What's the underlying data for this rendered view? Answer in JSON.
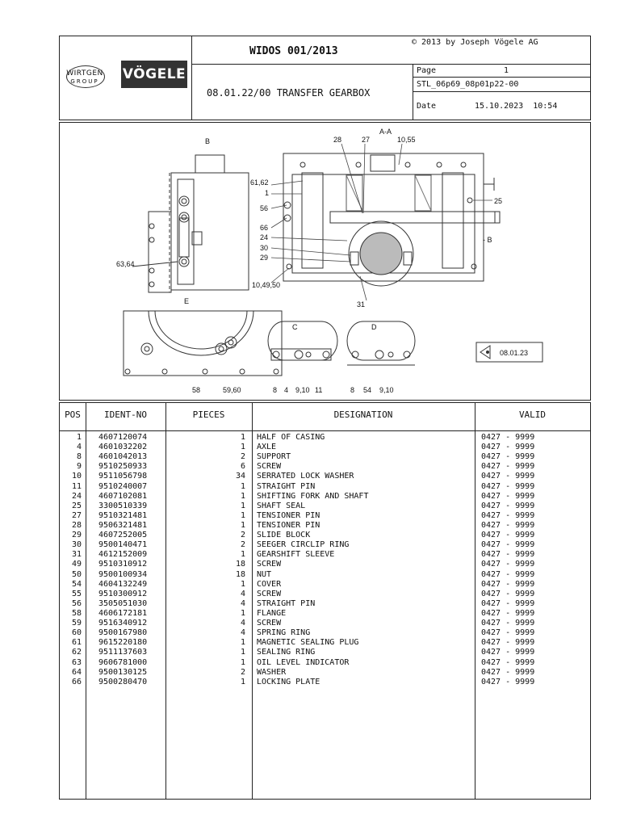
{
  "header": {
    "logo_wirtgen_top": "WIRTGEN",
    "logo_wirtgen_bottom": "GROUP",
    "logo_vogele": "VÖGELE",
    "doc_title": "WIDOS 001/2013",
    "copyright": "© 2013 by Joseph Vögele AG",
    "section_title": "08.01.22/00 TRANSFER GEARBOX",
    "page_label": "Page",
    "page_value": "1",
    "stl_code": "STL_06p69_08p01p22-00",
    "date_label": "Date",
    "date_value": "15.10.2023  10:54"
  },
  "drawing": {
    "view_b": "B",
    "view_aa": "A-A",
    "view_e": "E",
    "view_c": "C",
    "view_d": "D",
    "side_b": "- B",
    "callouts": {
      "c28": "28",
      "c27": "27",
      "c1055": "10,55",
      "c6162": "61,62",
      "c1": "1",
      "c56": "56",
      "c66": "66",
      "c24": "24",
      "c30": "30",
      "c29": "29",
      "c104950": "10,49,50",
      "c31": "31",
      "c25": "25",
      "c6364": "63,64",
      "c58": "58",
      "c5960": "59,60",
      "cC8": "8",
      "cC4": "4",
      "cC910": "9,10",
      "cC11": "11",
      "cD8": "8",
      "cD54": "54",
      "cD910": "9,10"
    },
    "ref_label": "08.01.23"
  },
  "table": {
    "headers": {
      "pos": "POS",
      "ident": "IDENT-NO",
      "pieces": "PIECES",
      "designation": "DESIGNATION",
      "valid": "VALID"
    },
    "rows": [
      {
        "pos": "1",
        "ident": "4607120074",
        "pieces": "1",
        "designation": "HALF OF CASING",
        "valid": "0427 - 9999"
      },
      {
        "pos": "4",
        "ident": "4601032202",
        "pieces": "1",
        "designation": "AXLE",
        "valid": "0427 - 9999"
      },
      {
        "pos": "8",
        "ident": "4601042013",
        "pieces": "2",
        "designation": "SUPPORT",
        "valid": "0427 - 9999"
      },
      {
        "pos": "9",
        "ident": "9510250933",
        "pieces": "6",
        "designation": "SCREW",
        "valid": "0427 - 9999"
      },
      {
        "pos": "10",
        "ident": "9511056798",
        "pieces": "34",
        "designation": "SERRATED LOCK WASHER",
        "valid": "0427 - 9999"
      },
      {
        "pos": "11",
        "ident": "9510240007",
        "pieces": "1",
        "designation": "STRAIGHT PIN",
        "valid": "0427 - 9999"
      },
      {
        "pos": "24",
        "ident": "4607102081",
        "pieces": "1",
        "designation": "SHIFTING FORK AND SHAFT",
        "valid": "0427 - 9999"
      },
      {
        "pos": "25",
        "ident": "3300510339",
        "pieces": "1",
        "designation": "SHAFT SEAL",
        "valid": "0427 - 9999"
      },
      {
        "pos": "27",
        "ident": "9510321481",
        "pieces": "1",
        "designation": "TENSIONER PIN",
        "valid": "0427 - 9999"
      },
      {
        "pos": "28",
        "ident": "9506321481",
        "pieces": "1",
        "designation": "TENSIONER PIN",
        "valid": "0427 - 9999"
      },
      {
        "pos": "29",
        "ident": "4607252005",
        "pieces": "2",
        "designation": "SLIDE BLOCK",
        "valid": "0427 - 9999"
      },
      {
        "pos": "30",
        "ident": "9500140471",
        "pieces": "2",
        "designation": "SEEGER CIRCLIP RING",
        "valid": "0427 - 9999"
      },
      {
        "pos": "31",
        "ident": "4612152009",
        "pieces": "1",
        "designation": "GEARSHIFT SLEEVE",
        "valid": "0427 - 9999"
      },
      {
        "pos": "49",
        "ident": "9510310912",
        "pieces": "18",
        "designation": "SCREW",
        "valid": "0427 - 9999"
      },
      {
        "pos": "50",
        "ident": "9500100934",
        "pieces": "18",
        "designation": "NUT",
        "valid": "0427 - 9999"
      },
      {
        "pos": "54",
        "ident": "4604132249",
        "pieces": "1",
        "designation": "COVER",
        "valid": "0427 - 9999"
      },
      {
        "pos": "55",
        "ident": "9510300912",
        "pieces": "4",
        "designation": "SCREW",
        "valid": "0427 - 9999"
      },
      {
        "pos": "56",
        "ident": "3505051030",
        "pieces": "4",
        "designation": "STRAIGHT PIN",
        "valid": "0427 - 9999"
      },
      {
        "pos": "58",
        "ident": "4606172181",
        "pieces": "1",
        "designation": "FLANGE",
        "valid": "0427 - 9999"
      },
      {
        "pos": "59",
        "ident": "9516340912",
        "pieces": "4",
        "designation": "SCREW",
        "valid": "0427 - 9999"
      },
      {
        "pos": "60",
        "ident": "9500167980",
        "pieces": "4",
        "designation": "SPRING RING",
        "valid": "0427 - 9999"
      },
      {
        "pos": "61",
        "ident": "9615220180",
        "pieces": "1",
        "designation": "MAGNETIC SEALING PLUG",
        "valid": "0427 - 9999"
      },
      {
        "pos": "62",
        "ident": "9511137603",
        "pieces": "1",
        "designation": "SEALING RING",
        "valid": "0427 - 9999"
      },
      {
        "pos": "63",
        "ident": "9606781000",
        "pieces": "1",
        "designation": "OIL LEVEL INDICATOR",
        "valid": "0427 - 9999"
      },
      {
        "pos": "64",
        "ident": "9500130125",
        "pieces": "2",
        "designation": "WASHER",
        "valid": "0427 - 9999"
      },
      {
        "pos": "66",
        "ident": "9500280470",
        "pieces": "1",
        "designation": "LOCKING PLATE",
        "valid": "0427 - 9999"
      }
    ]
  }
}
